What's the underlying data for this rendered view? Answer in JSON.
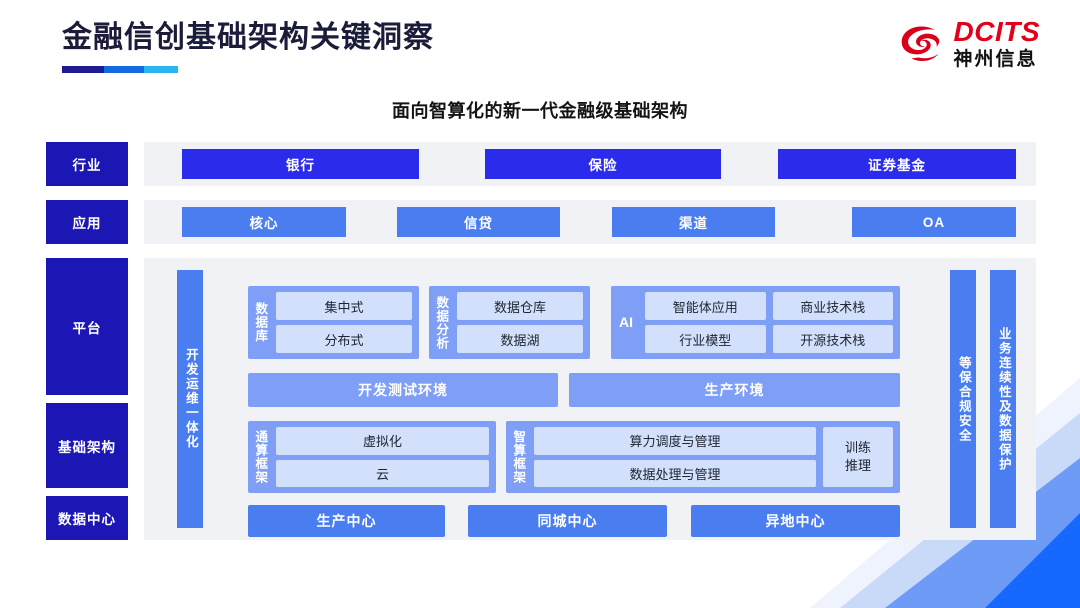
{
  "header": {
    "title": "金融信创基础架构关键洞察",
    "subtitle": "面向智算化的新一代金融级基础架构",
    "logo_en": "DCITS",
    "logo_cn": "神州信息",
    "accent_navy": "#1c1c8f",
    "accent_blue": "#1668e3",
    "accent_cyan": "#29b6f0",
    "logo_red": "#e2001a"
  },
  "colors": {
    "row_label_bg": "#1b16b4",
    "band_bg": "#f1f2f5",
    "industry_chip": "#2b2bec",
    "app_chip": "#4a7ef0",
    "panel_bg": "#7e9ff5",
    "cell_bg": "#d2e0fb",
    "dc_chip": "#4a7ef0"
  },
  "row_labels": {
    "industry": "行业",
    "application": "应用",
    "platform": "平台",
    "infrastructure": "基础架构",
    "datacenter": "数据中心"
  },
  "industry": {
    "items": [
      {
        "label": "银行"
      },
      {
        "label": "保险"
      },
      {
        "label": "证券基金"
      }
    ]
  },
  "application": {
    "items": [
      {
        "label": "核心"
      },
      {
        "label": "信贷"
      },
      {
        "label": "渠道"
      },
      {
        "label": "OA"
      }
    ]
  },
  "side_bars": {
    "left": "开发运维一体化",
    "right_inner": "等保合规安全",
    "right_outer": "业务连续性及数据保护"
  },
  "platform": {
    "database": {
      "title": "数据库",
      "cells": [
        "集中式",
        "分布式"
      ]
    },
    "analytics": {
      "title": "数据分析",
      "cells": [
        "数据仓库",
        "数据湖"
      ]
    },
    "ai": {
      "title": "AI",
      "col_left": [
        "智能体应用",
        "行业模型"
      ],
      "col_right": [
        "商业技术栈",
        "开源技术栈"
      ]
    },
    "environments": [
      {
        "label": "开发测试环境"
      },
      {
        "label": "生产环境"
      }
    ]
  },
  "infrastructure": {
    "general_compute": {
      "title": "通算框架",
      "cells": [
        "虚拟化",
        "云"
      ]
    },
    "intelligent_compute": {
      "title": "智算框架",
      "cells": [
        "算力调度与管理",
        "数据处理与管理"
      ],
      "side_cell": "训练\n推理",
      "side_cell_line1": "训练",
      "side_cell_line2": "推理"
    }
  },
  "datacenter": {
    "items": [
      {
        "label": "生产中心"
      },
      {
        "label": "同城中心"
      },
      {
        "label": "异地中心"
      }
    ]
  }
}
